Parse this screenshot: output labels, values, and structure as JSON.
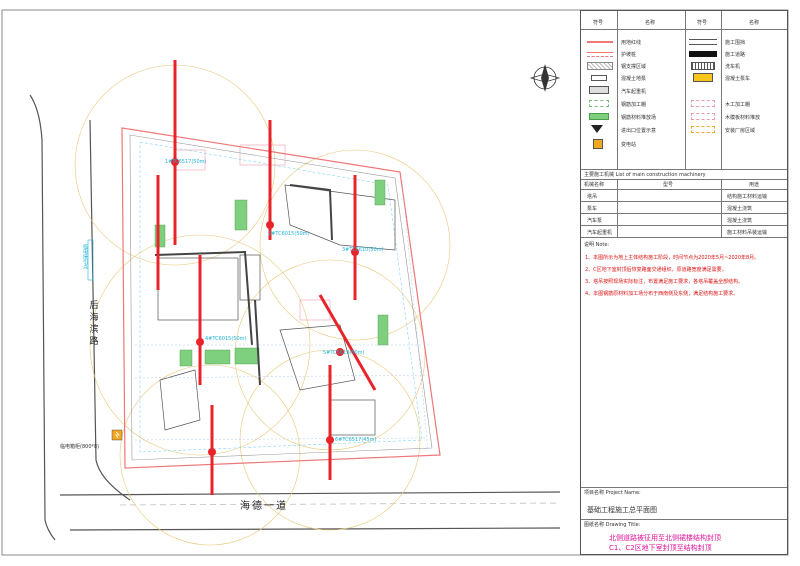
{
  "legend": {
    "header": [
      "符号",
      "名称",
      "符号",
      "名称"
    ],
    "items": [
      {
        "left": "用地红线",
        "right": "施工围挡"
      },
      {
        "left": "护坡桩",
        "right": "施工道路"
      },
      {
        "left": "钢支撑区域",
        "right": "洗车机"
      },
      {
        "left": "混凝土地泵",
        "right": "混凝土泵车"
      },
      {
        "left": "汽车起重机",
        "right": ""
      },
      {
        "left": "钢筋加工棚",
        "right": "木工加工棚"
      },
      {
        "left": "钢筋材料堆放场",
        "right": "木模板材料堆放"
      },
      {
        "left": "进出口位置示意",
        "right": "安装厂房区域"
      },
      {
        "left": "变电站",
        "right": ""
      }
    ]
  },
  "machinery": {
    "title": "主要施工机械 List of main construction machinery",
    "header": [
      "机械名称",
      "型号",
      "用途"
    ],
    "rows": [
      {
        "name": "塔吊",
        "model": "",
        "use": "结构施工材料运输"
      },
      {
        "name": "泵车",
        "model": "",
        "use": "混凝土浇筑"
      },
      {
        "name": "汽车泵",
        "model": "",
        "use": "混凝土浇筑"
      },
      {
        "name": "汽车起重机",
        "model": "",
        "use": "施工材料吊装运输"
      }
    ]
  },
  "remarks": {
    "title": "说明 Note:",
    "lines": [
      "1、本图所示为地上主体结构施工阶段，时间节点为2020年5月~2020年8月。",
      "2、C区地下室封顶后恢复路面交通组织，原道路宽度满足需要。",
      "3、塔吊按照现场实际标注，布置满足施工要求，各塔吊覆盖全部结构。",
      "4、本图钢筋原材料加工场分布于西南侧及东侧，满足结构施工要求。"
    ]
  },
  "project": {
    "name_label": "项目名称 Project Name:",
    "name": "基础工程施工总平面图",
    "drawing_label": "图纸名称 Drawing Title:"
  },
  "drawing_notes": [
    "北侧道路被征用至北侧裙楼结构封顶",
    "C1、C2区地下室封顶至结构封顶"
  ],
  "cranes": [
    {
      "label": "1#TC6517(50m)"
    },
    {
      "label": "2#TC6015(50m)"
    },
    {
      "label": "3#TC5610(50m)"
    },
    {
      "label": "4#TC6015(50m)"
    },
    {
      "label": "5#TC5613(50m)"
    },
    {
      "label": "6#TC6517(45m)"
    }
  ],
  "roads": {
    "west_road": [
      "后",
      "海",
      "滨",
      "路"
    ],
    "south_road": "海德一道",
    "west_note": "临电接引点",
    "substation": "临电箱柜(800*8)"
  },
  "colors": {
    "crane": "#e8232a",
    "boundary": "#e77",
    "note_pink": "#e0149b",
    "note_red": "#d11",
    "site_green": "#7ecf7e",
    "crane_label": "#1fb3d9",
    "radius": "#e9c77a"
  }
}
